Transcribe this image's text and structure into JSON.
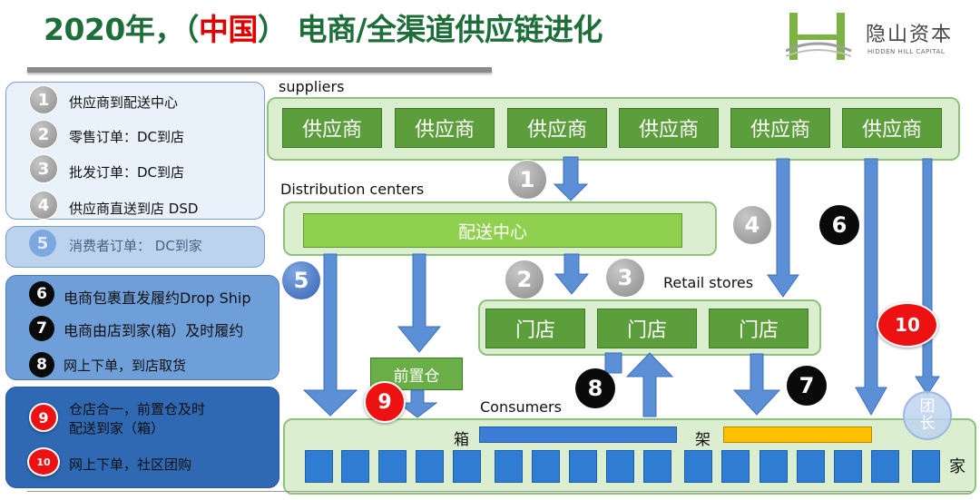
{
  "title": {
    "part1": "2020年，（",
    "highlight": "中国",
    "part2": "） 电商/全渠道供应链进化"
  },
  "logo": {
    "name": "隐山资本",
    "sub": "HIDDEN HILL CAPITAL"
  },
  "legend": {
    "group1": [
      {
        "num": "1",
        "text": "供应商到配送中心"
      },
      {
        "num": "2",
        "text": "零售订单：DC到店"
      },
      {
        "num": "3",
        "text": "批发订单：DC到店"
      },
      {
        "num": "4",
        "text": "供应商直送到店 DSD"
      }
    ],
    "group2": [
      {
        "num": "5",
        "text": "消费者订单： DC到家"
      }
    ],
    "group3": [
      {
        "num": "6",
        "text": "电商包裹直发履约Drop Ship"
      },
      {
        "num": "7",
        "text": "电商由店到家(箱）及时履约"
      },
      {
        "num": "8",
        "text": "网上下单，到店取货"
      }
    ],
    "group4": [
      {
        "num": "9",
        "text_line1": "仓店合一，前置仓及时",
        "text_line2": "配送到家（箱）"
      },
      {
        "num": "10",
        "text": "网上下单，社区团购"
      }
    ]
  },
  "diagram": {
    "suppliers_label": "suppliers",
    "supplier_boxes": [
      "供应商",
      "供应商",
      "供应商",
      "供应商",
      "供应商",
      "供应商"
    ],
    "dc_label": "Distribution centers",
    "dc_box": "配送中心",
    "retail_label": "Retail stores",
    "store_boxes": [
      "门店",
      "门店",
      "门店"
    ],
    "front_warehouse": "前置仓",
    "consumers_label": "Consumers",
    "box_label": "箱",
    "shelf_label": "架",
    "home_label": "家",
    "group_leader": "团\n长",
    "flow_badges": [
      "1",
      "2",
      "3",
      "4",
      "5",
      "6",
      "7",
      "8",
      "9",
      "10"
    ]
  },
  "colors": {
    "title_green": "#1e6e3a",
    "title_red": "#e00000",
    "arrow_blue": "#5b8fd6",
    "box_green": "#5b9e3b"
  }
}
